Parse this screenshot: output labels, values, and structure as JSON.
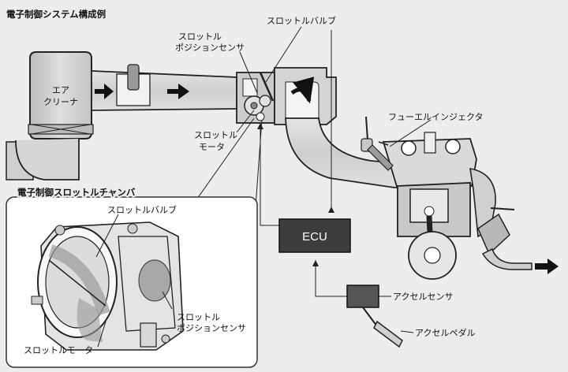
{
  "title": "電子制御システム構成例",
  "labels": {
    "air_cleaner_1": "エア",
    "air_cleaner_2": "クリーナ",
    "throttle_valve": "スロットルバルブ",
    "tps_1": "スロットル",
    "tps_2": "ポジションセンサ",
    "motor_1": "スロットル",
    "motor_2": "モータ",
    "injector": "フューエルインジェクタ",
    "ecu": "ECU",
    "accel_sensor": "アクセルセンサ",
    "accel_pedal": "アクセルペダル"
  },
  "inset": {
    "title": "電子制御スロットルチャンバ",
    "valve": "スロットルバルブ",
    "tps_1": "スロットル",
    "tps_2": "ポジションセンサ",
    "motor": "スロットルモータ"
  },
  "colors": {
    "background": "#ededed",
    "ecu_fill": "#3d3d3d",
    "sensor_fill": "#555555",
    "pipe_fill": "#dcdcdc",
    "highlight": "#9a9a9a"
  }
}
